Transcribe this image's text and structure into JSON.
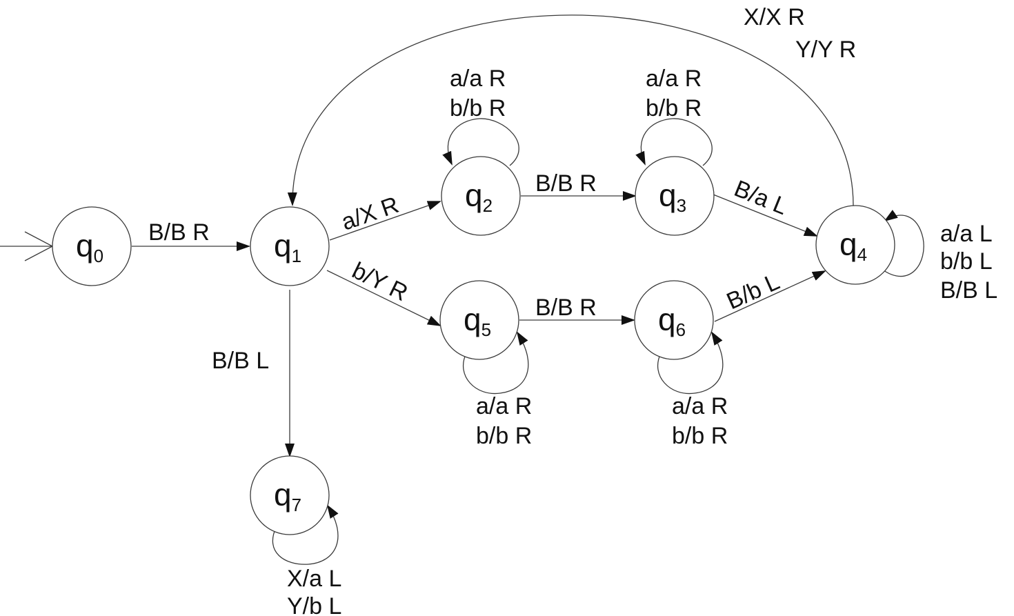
{
  "states": [
    {
      "id": "q0",
      "base": "q",
      "sub": "0"
    },
    {
      "id": "q1",
      "base": "q",
      "sub": "1"
    },
    {
      "id": "q2",
      "base": "q",
      "sub": "2"
    },
    {
      "id": "q3",
      "base": "q",
      "sub": "3"
    },
    {
      "id": "q4",
      "base": "q",
      "sub": "4"
    },
    {
      "id": "q5",
      "base": "q",
      "sub": "5"
    },
    {
      "id": "q6",
      "base": "q",
      "sub": "6"
    },
    {
      "id": "q7",
      "base": "q",
      "sub": "7"
    }
  ],
  "transitions": [
    {
      "from": "q0",
      "to": "q1",
      "labels": [
        "B/B R"
      ]
    },
    {
      "from": "q1",
      "to": "q2",
      "labels": [
        "a/X R"
      ]
    },
    {
      "from": "q1",
      "to": "q5",
      "labels": [
        "b/Y R"
      ]
    },
    {
      "from": "q1",
      "to": "q7",
      "labels": [
        "B/B L"
      ]
    },
    {
      "from": "q2",
      "to": "q2",
      "labels": [
        "a/a R",
        "b/b R"
      ]
    },
    {
      "from": "q2",
      "to": "q3",
      "labels": [
        "B/B R"
      ]
    },
    {
      "from": "q3",
      "to": "q3",
      "labels": [
        "a/a R",
        "b/b R"
      ]
    },
    {
      "from": "q3",
      "to": "q4",
      "labels": [
        "B/a L"
      ]
    },
    {
      "from": "q4",
      "to": "q4",
      "labels": [
        "a/a L",
        "b/b L",
        "B/B L"
      ]
    },
    {
      "from": "q4",
      "to": "q1",
      "labels": [
        "X/X R",
        "Y/Y R"
      ]
    },
    {
      "from": "q5",
      "to": "q5",
      "labels": [
        "a/a R",
        "b/b R"
      ]
    },
    {
      "from": "q5",
      "to": "q6",
      "labels": [
        "B/B R"
      ]
    },
    {
      "from": "q6",
      "to": "q6",
      "labels": [
        "a/a R",
        "b/b R"
      ]
    },
    {
      "from": "q6",
      "to": "q4",
      "labels": [
        "B/b L"
      ]
    },
    {
      "from": "q7",
      "to": "q7",
      "labels": [
        "X/a L",
        "Y/b L"
      ]
    }
  ]
}
